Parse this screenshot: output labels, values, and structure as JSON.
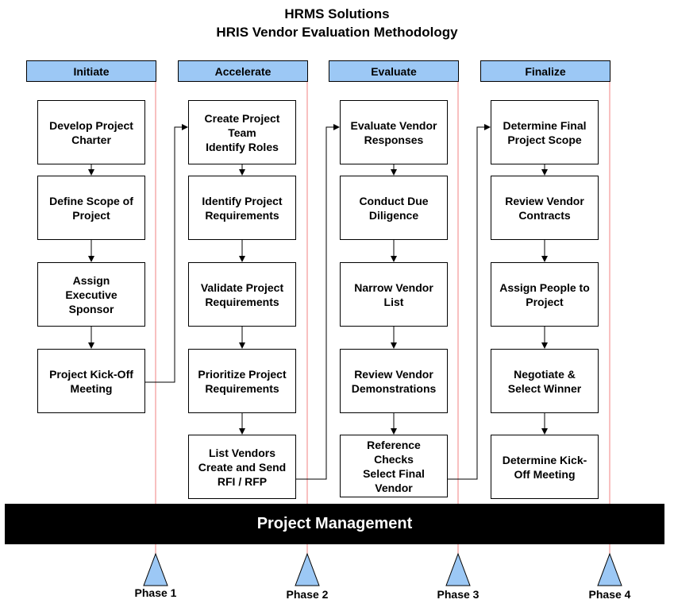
{
  "title": "HRMS Solutions",
  "subtitle": "HRIS Vendor Evaluation Methodology",
  "columns": [
    {
      "header": "Initiate",
      "steps": [
        "Develop Project\nCharter",
        "Define Scope of\nProject",
        "Assign\nExecutive\nSponsor",
        "Project Kick-Off\nMeeting"
      ]
    },
    {
      "header": "Accelerate",
      "steps": [
        "Create Project\nTeam\nIdentify Roles",
        "Identify Project\nRequirements",
        "Validate Project\nRequirements",
        "Prioritize Project\nRequirements",
        "List Vendors\nCreate and Send\nRFI / RFP"
      ]
    },
    {
      "header": "Evaluate",
      "steps": [
        "Evaluate Vendor\nResponses",
        "Conduct Due\nDiligence",
        "Narrow Vendor\nList",
        "Review Vendor\nDemonstrations",
        "Reference\nChecks\nSelect Final\nVendor"
      ]
    },
    {
      "header": "Finalize",
      "steps": [
        "Determine Final\nProject Scope",
        "Review Vendor\nContracts",
        "Assign People to\nProject",
        "Negotiate &\nSelect Winner",
        "Determine Kick-\nOff Meeting"
      ]
    }
  ],
  "project_management": "Project Management",
  "phases": [
    "Phase 1",
    "Phase 2",
    "Phase 3",
    "Phase 4"
  ],
  "colors": {
    "header_fill": "#9cc8f5",
    "phase_fill": "#9cc8f5",
    "phase_line": "#f08080",
    "bar": "#000000"
  }
}
